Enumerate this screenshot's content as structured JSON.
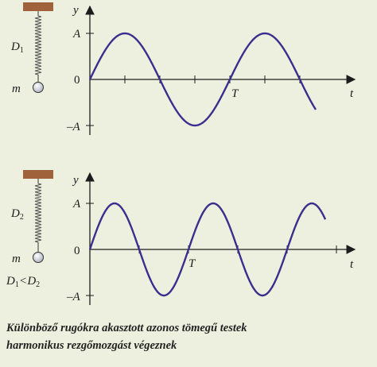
{
  "panels": [
    {
      "spring_label": "D",
      "spring_sub": "1",
      "mass_label": "m",
      "y_label": "y",
      "t_label": "t",
      "amp_label": "A",
      "neg_amp_label": "–A",
      "zero_label": "0",
      "period_label": "T",
      "period_ticks": 2.4,
      "inequality": null
    },
    {
      "spring_label": "D",
      "spring_sub": "2",
      "mass_label": "m",
      "y_label": "y",
      "t_label": "t",
      "amp_label": "A",
      "neg_amp_label": "–A",
      "zero_label": "0",
      "period_label": "T",
      "period_ticks": 1.68,
      "inequality": {
        "left": "D",
        "left_sub": "1",
        "op": "<",
        "right": "D",
        "right_sub": "2"
      }
    }
  ],
  "caption": {
    "line1": "Különböző rugókra akasztott azonos tömegű testek",
    "line2": "harmonikus rezgőmozgást végeznek"
  },
  "colors": {
    "background": "#eef0df",
    "curve": "#3b2f8e",
    "axis": "#1c1c1c",
    "ceiling": "#a0623a",
    "spring": "#555555",
    "mass": "#c8cdd6"
  }
}
